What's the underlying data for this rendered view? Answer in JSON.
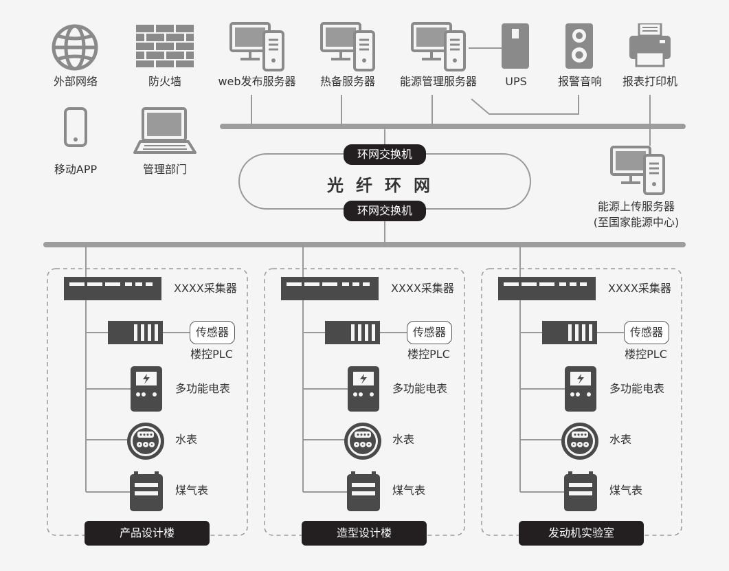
{
  "top_devices": [
    {
      "id": "internet",
      "label": "外部网络",
      "icon": "globe-icon"
    },
    {
      "id": "firewall",
      "label": "防火墙",
      "icon": "firewall-icon"
    },
    {
      "id": "web",
      "label": "web发布服务器",
      "icon": "server-icon"
    },
    {
      "id": "standby",
      "label": "热备服务器",
      "icon": "server-icon"
    },
    {
      "id": "energy",
      "label": "能源管理服务器",
      "icon": "server-icon"
    },
    {
      "id": "ups",
      "label": "UPS",
      "icon": "ups-icon"
    },
    {
      "id": "alarm",
      "label": "报警音响",
      "icon": "speaker-icon"
    },
    {
      "id": "printer",
      "label": "报表打印机",
      "icon": "printer-icon"
    }
  ],
  "mobile_label": "移动APP",
  "mgmt_label": "管理部门",
  "ring": {
    "title": "光纤环网",
    "switch_top": "环网交换机",
    "switch_bottom": "环网交换机"
  },
  "upload_server": {
    "line1": "能源上传服务器",
    "line2": "(至国家能源中心)"
  },
  "buildings": [
    {
      "name": "产品设计楼",
      "collector": "XXXX采集器",
      "sensor": "传感器",
      "plc": "楼控PLC",
      "meter_power": "多功能电表",
      "meter_water": "水表",
      "meter_gas": "煤气表"
    },
    {
      "name": "造型设计楼",
      "collector": "XXXX采集器",
      "sensor": "传感器",
      "plc": "楼控PLC",
      "meter_power": "多功能电表",
      "meter_water": "水表",
      "meter_gas": "煤气表"
    },
    {
      "name": "发动机实验室",
      "collector": "XXXX采集器",
      "sensor": "传感器",
      "plc": "楼控PLC",
      "meter_power": "多功能电表",
      "meter_water": "水表",
      "meter_gas": "煤气表"
    }
  ],
  "colors": {
    "icon_gray": "#8a8a8a",
    "dark": "#231f20",
    "bus": "#9d9d9d",
    "background": "#f5f5f5"
  }
}
